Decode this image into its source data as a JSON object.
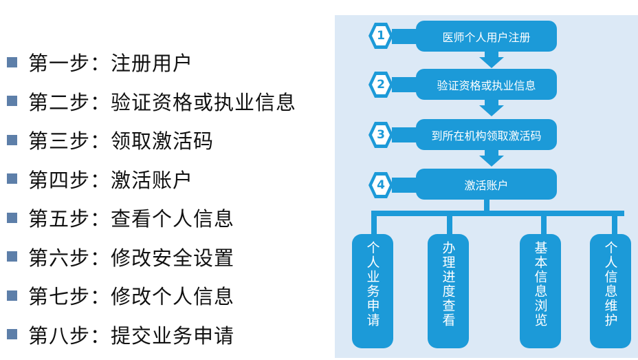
{
  "steps": [
    {
      "label": "第一步：注册用户"
    },
    {
      "label": "第二步：验证资格或执业信息"
    },
    {
      "label": "第三步：领取激活码"
    },
    {
      "label": "第四步：激活账户"
    },
    {
      "label": "第五步：查看个人信息"
    },
    {
      "label": "第六步：修改安全设置"
    },
    {
      "label": "第七步：修改个人信息"
    },
    {
      "label": "第八步：提交业务申请"
    }
  ],
  "flow": [
    {
      "num": "1",
      "label": "医师个人用户注册"
    },
    {
      "num": "2",
      "label": "验证资格或执业信息"
    },
    {
      "num": "3",
      "label": "到所在机构领取激活码"
    },
    {
      "num": "4",
      "label": "激活账户"
    }
  ],
  "branches": [
    "个人业务申请",
    "办理进度查看",
    "基本信息浏览",
    "个人信息维护"
  ],
  "colors": {
    "accent": "#1c9ad8",
    "panel": "#dce9f6",
    "bullet": "#5d7fa9"
  }
}
